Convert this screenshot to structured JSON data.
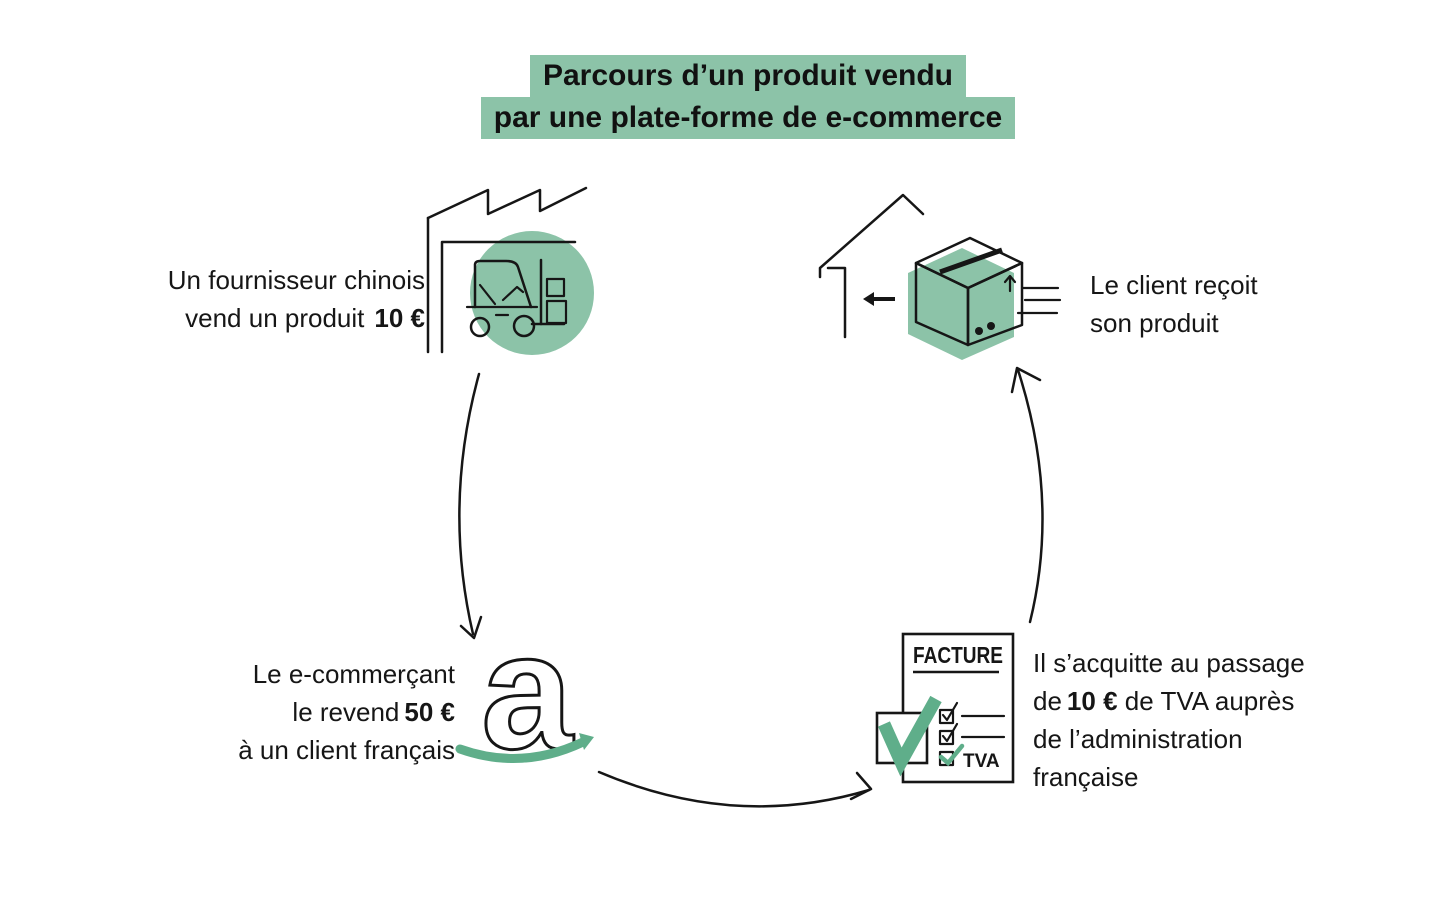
{
  "title": {
    "line1": "Parcours d’un produit vendu",
    "line2": "par une plate-forme de e-commerce"
  },
  "colors": {
    "highlight_green": "#8cc3a8",
    "accent_green": "#5fae8a",
    "ink": "#161616"
  },
  "steps": {
    "supplier": {
      "line1": "Un fournisseur chinois",
      "line2_pre": "vend un produit",
      "price": "10 €"
    },
    "platform": {
      "line1": "Le e-commerçant",
      "line2_pre": "le revend",
      "price": "50 €",
      "line3": "à un client français"
    },
    "tax": {
      "line1": "Il s’acquitte au passage",
      "line2_pre": "de",
      "price": "10 €",
      "line2_post": "de TVA auprès",
      "line3": "de l’administration",
      "line4": "française"
    },
    "client": {
      "line1": "Le client reçoit",
      "line2": "son produit"
    }
  },
  "invoice": {
    "title": "FACTURE",
    "tva_label": "TVA"
  },
  "amazon": {
    "letter": "a"
  }
}
